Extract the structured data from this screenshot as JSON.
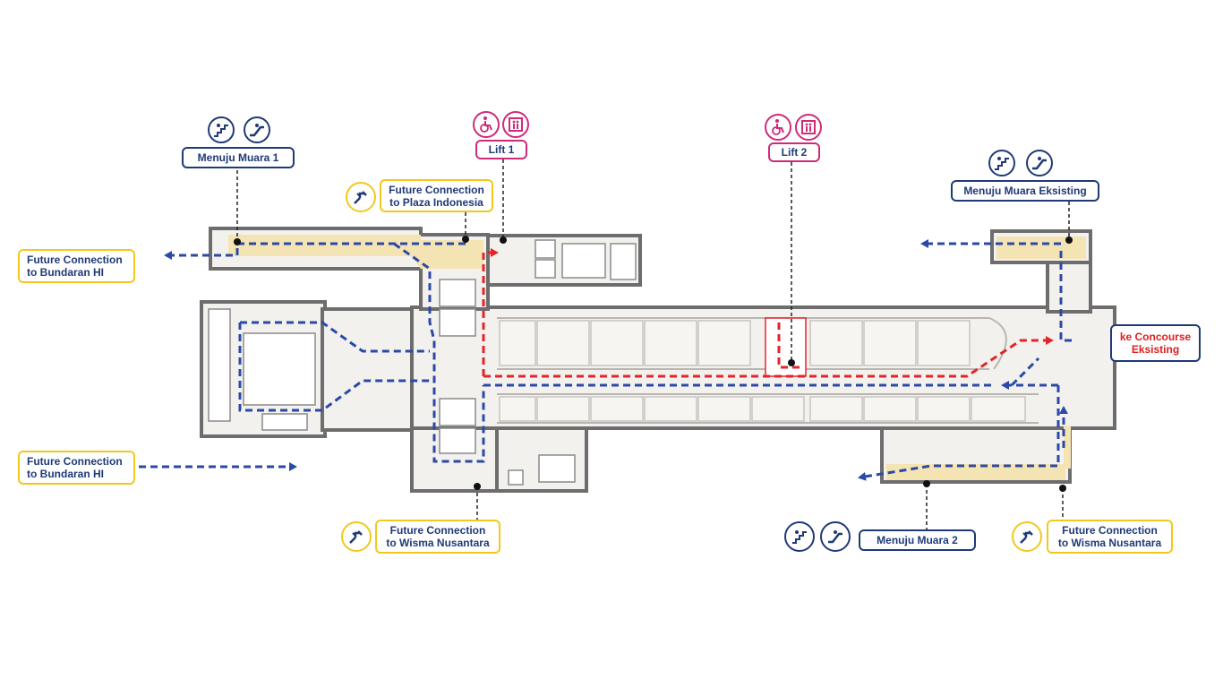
{
  "colors": {
    "navy": "#1f3a78",
    "route_blue": "#2b49a6",
    "route_red": "#e3242b",
    "pink": "#cf2a7a",
    "yellow": "#f2c81e",
    "floor": "#f3f1ee",
    "wall": "#6d6d6d",
    "highlight": "#f4e3b3"
  },
  "labels": {
    "menuju_muara_1": "Menuju Muara 1",
    "lift_1": "Lift 1",
    "lift_2": "Lift 2",
    "menuju_muara_eksisting": "Menuju Muara Eksisting",
    "future_plaza_line1": "Future Connection",
    "future_plaza_line2": "to Plaza Indonesia",
    "future_bundaran_top_line1": "Future Connection",
    "future_bundaran_top_line2": "to Bundaran HI",
    "future_bundaran_bottom_line1": "Future Connection",
    "future_bundaran_bottom_line2": "to Bundaran HI",
    "ke_concourse_line1": "ke Concourse",
    "ke_concourse_line2": "Eksisting",
    "future_wisma_left_line1": "Future Connection",
    "future_wisma_left_line2": "to Wisma Nusantara",
    "menuju_muara_2": "Menuju Muara 2",
    "future_wisma_right_line1": "Future Connection",
    "future_wisma_right_line2": "to Wisma Nusantara"
  },
  "icons": {
    "stairs": "stairs-icon",
    "escalator": "escalator-icon",
    "wheelchair": "wheelchair-icon",
    "lift": "lift-icon",
    "future_connection": "future-connection-icon"
  }
}
